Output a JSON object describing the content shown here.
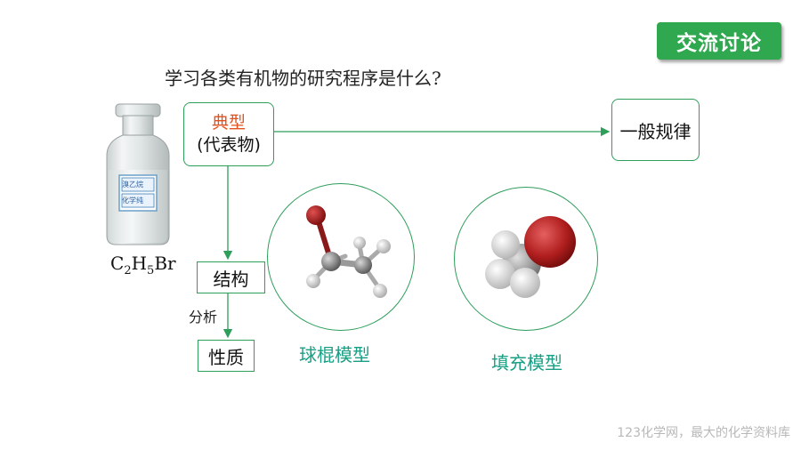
{
  "badge_label": "交流讨论",
  "question": "学习各类有机物的研究程序是什么?",
  "typical_box": {
    "line1": "典型",
    "line2": "(代表物)"
  },
  "rule_box": "一般规律",
  "structure_box": "结构",
  "analyze_label": "分析",
  "property_box": "性质",
  "formula": {
    "c": "C",
    "c_sub": "2",
    "h": "H",
    "h_sub": "5",
    "br": "Br"
  },
  "bottle_labels": [
    "溴乙烷",
    "化学纯"
  ],
  "ball_stick_caption": "球棍模型",
  "space_fill_caption": "填充模型",
  "footer": "123化学网，最大的化学资料库",
  "colors": {
    "accent_green": "#2fa84f",
    "line_green": "#2e9e5a",
    "highlight_red": "#e0521f",
    "caption_teal": "#1a9e84",
    "bromine": "#a01818",
    "carbon": "#8a8a8a",
    "hydrogen": "#f2f2f2"
  }
}
